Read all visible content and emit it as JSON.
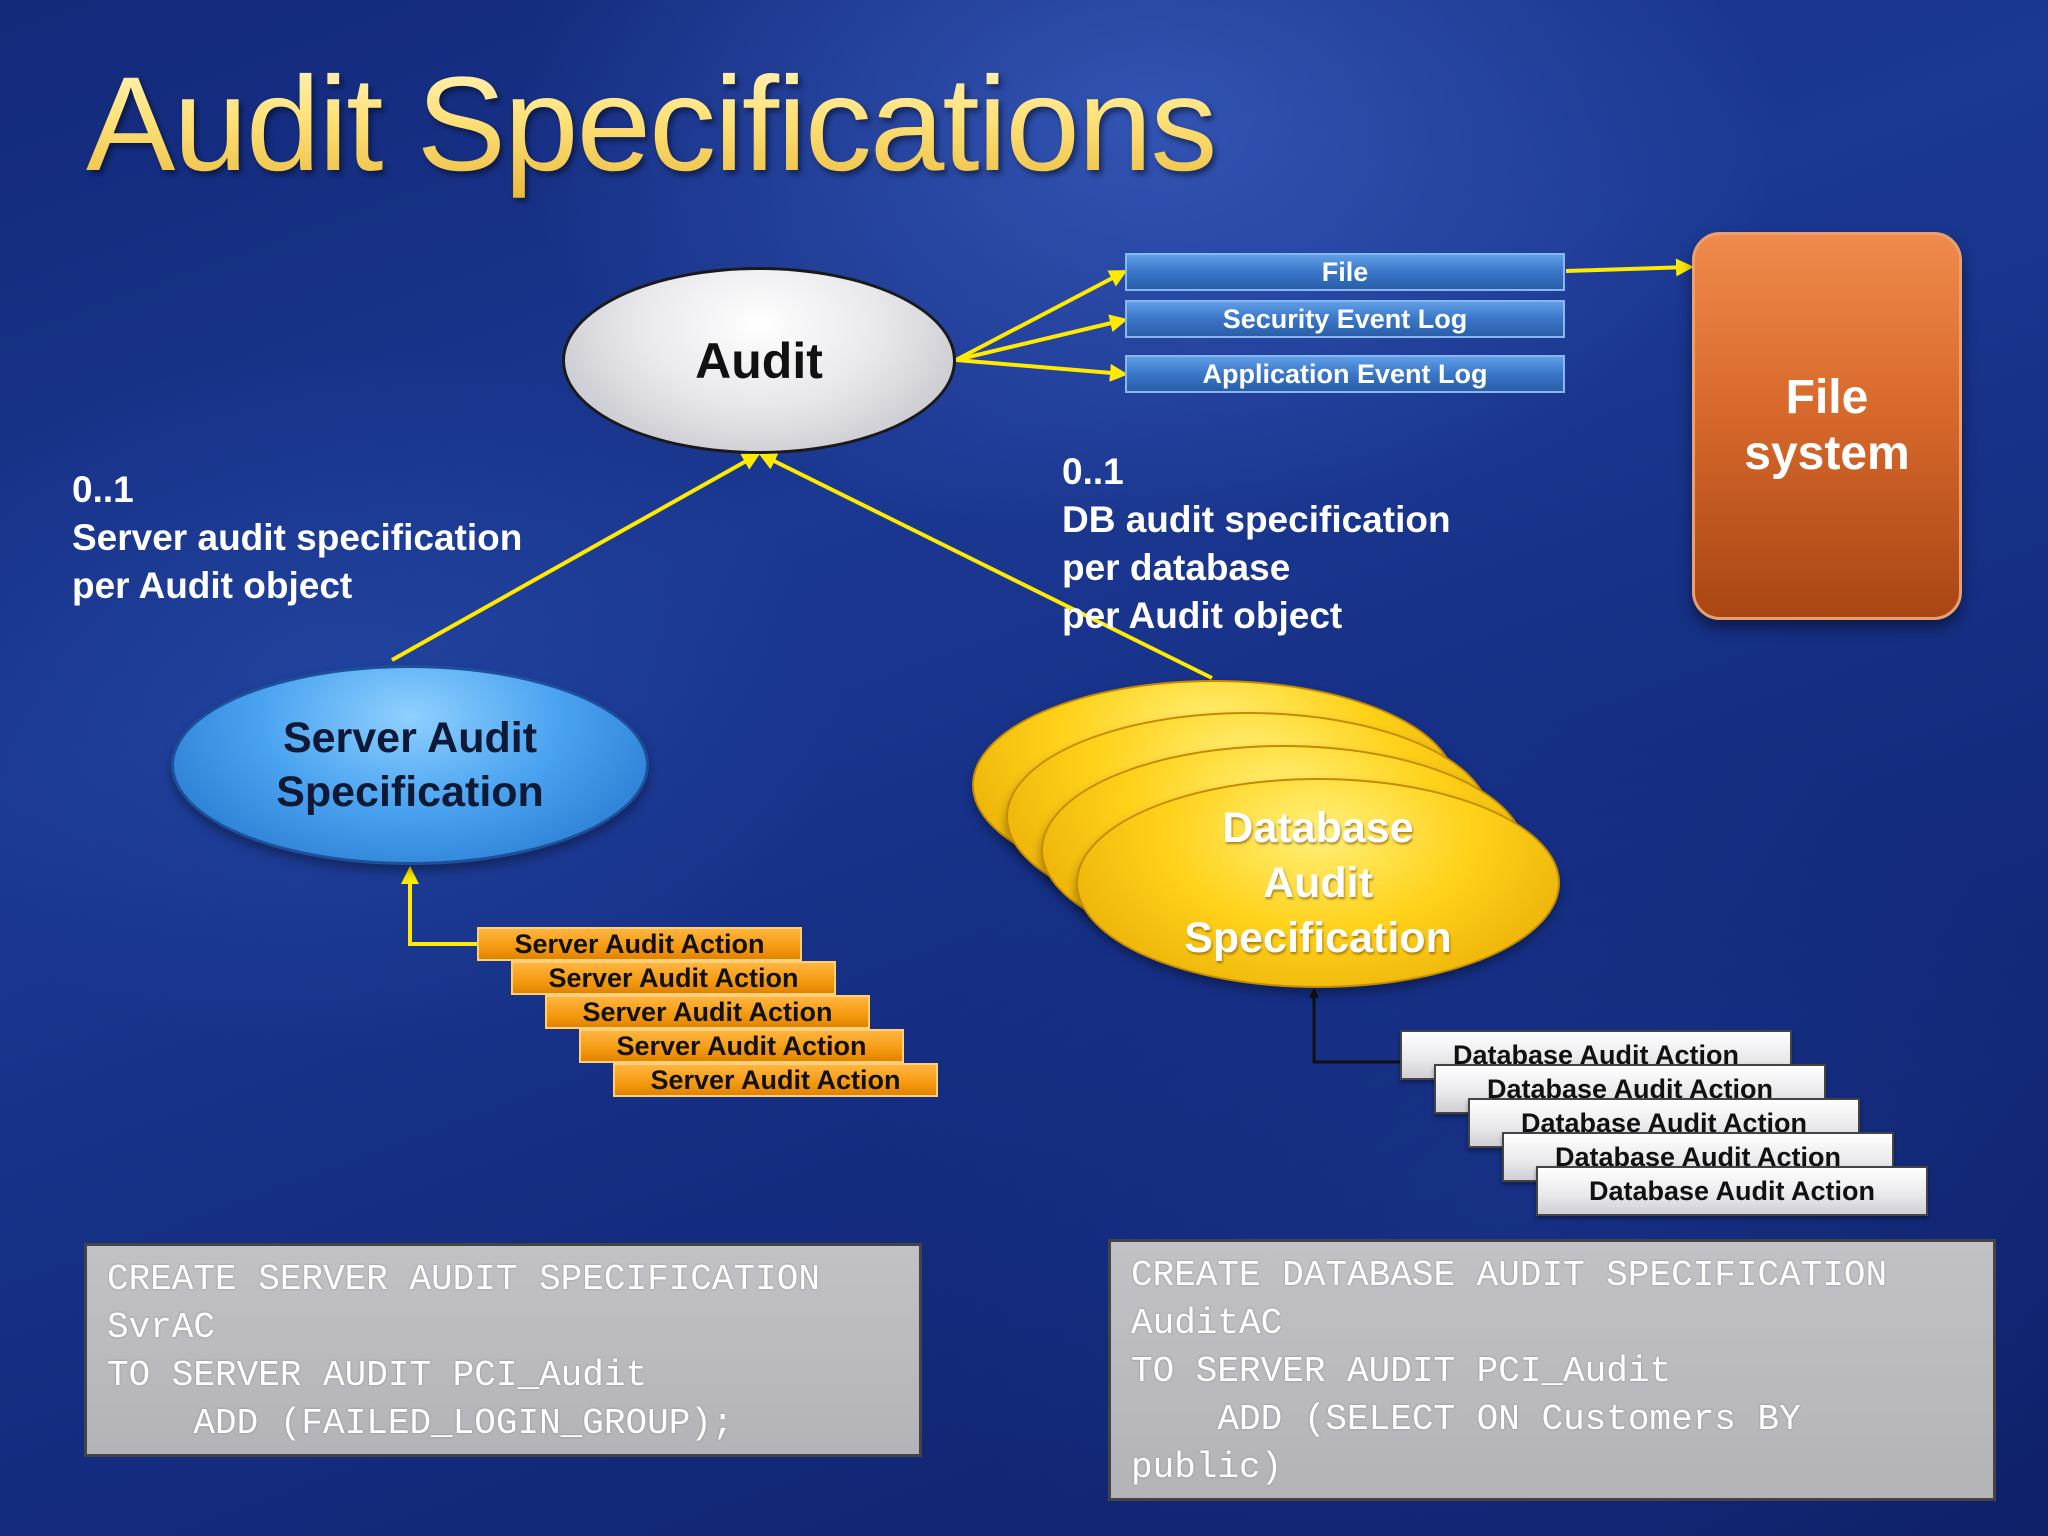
{
  "title": "Audit Specifications",
  "audit": {
    "label": "Audit"
  },
  "destinations": [
    "File",
    "Security Event Log",
    "Application Event Log"
  ],
  "file_system": {
    "line1": "File",
    "line2": "system"
  },
  "server_note": {
    "line1": "0..1",
    "line2": "Server audit specification",
    "line3": "per Audit object"
  },
  "db_note": {
    "line1": "0..1",
    "line2": "DB audit specification",
    "line3": "per database",
    "line4": "per Audit object"
  },
  "server_spec": {
    "line1": "Server Audit",
    "line2": "Specification"
  },
  "db_spec": {
    "line1": "Database",
    "line2": "Audit",
    "line3": "Specification"
  },
  "server_action_label": "Server Audit Action",
  "db_action_label": "Database Audit Action",
  "server_code": {
    "line1": "CREATE SERVER AUDIT SPECIFICATION",
    "line2": "SvrAC",
    "line3": "TO SERVER AUDIT PCI_Audit",
    "line4": "    ADD (FAILED_LOGIN_GROUP);"
  },
  "db_code": {
    "line1": "CREATE DATABASE AUDIT SPECIFICATION",
    "line2": "AuditAC",
    "line3": "TO SERVER AUDIT PCI_Audit",
    "line4": "    ADD (SELECT ON Customers BY",
    "line5": "public)"
  },
  "colors": {
    "arrow": "#ffea00",
    "title_gold": "#ffe27a",
    "server_oval": "#4aa3f0",
    "db_oval": "#ffd21a",
    "file_system": "#d8692c",
    "destination": "#3a76c8",
    "server_action": "#f59a10"
  }
}
